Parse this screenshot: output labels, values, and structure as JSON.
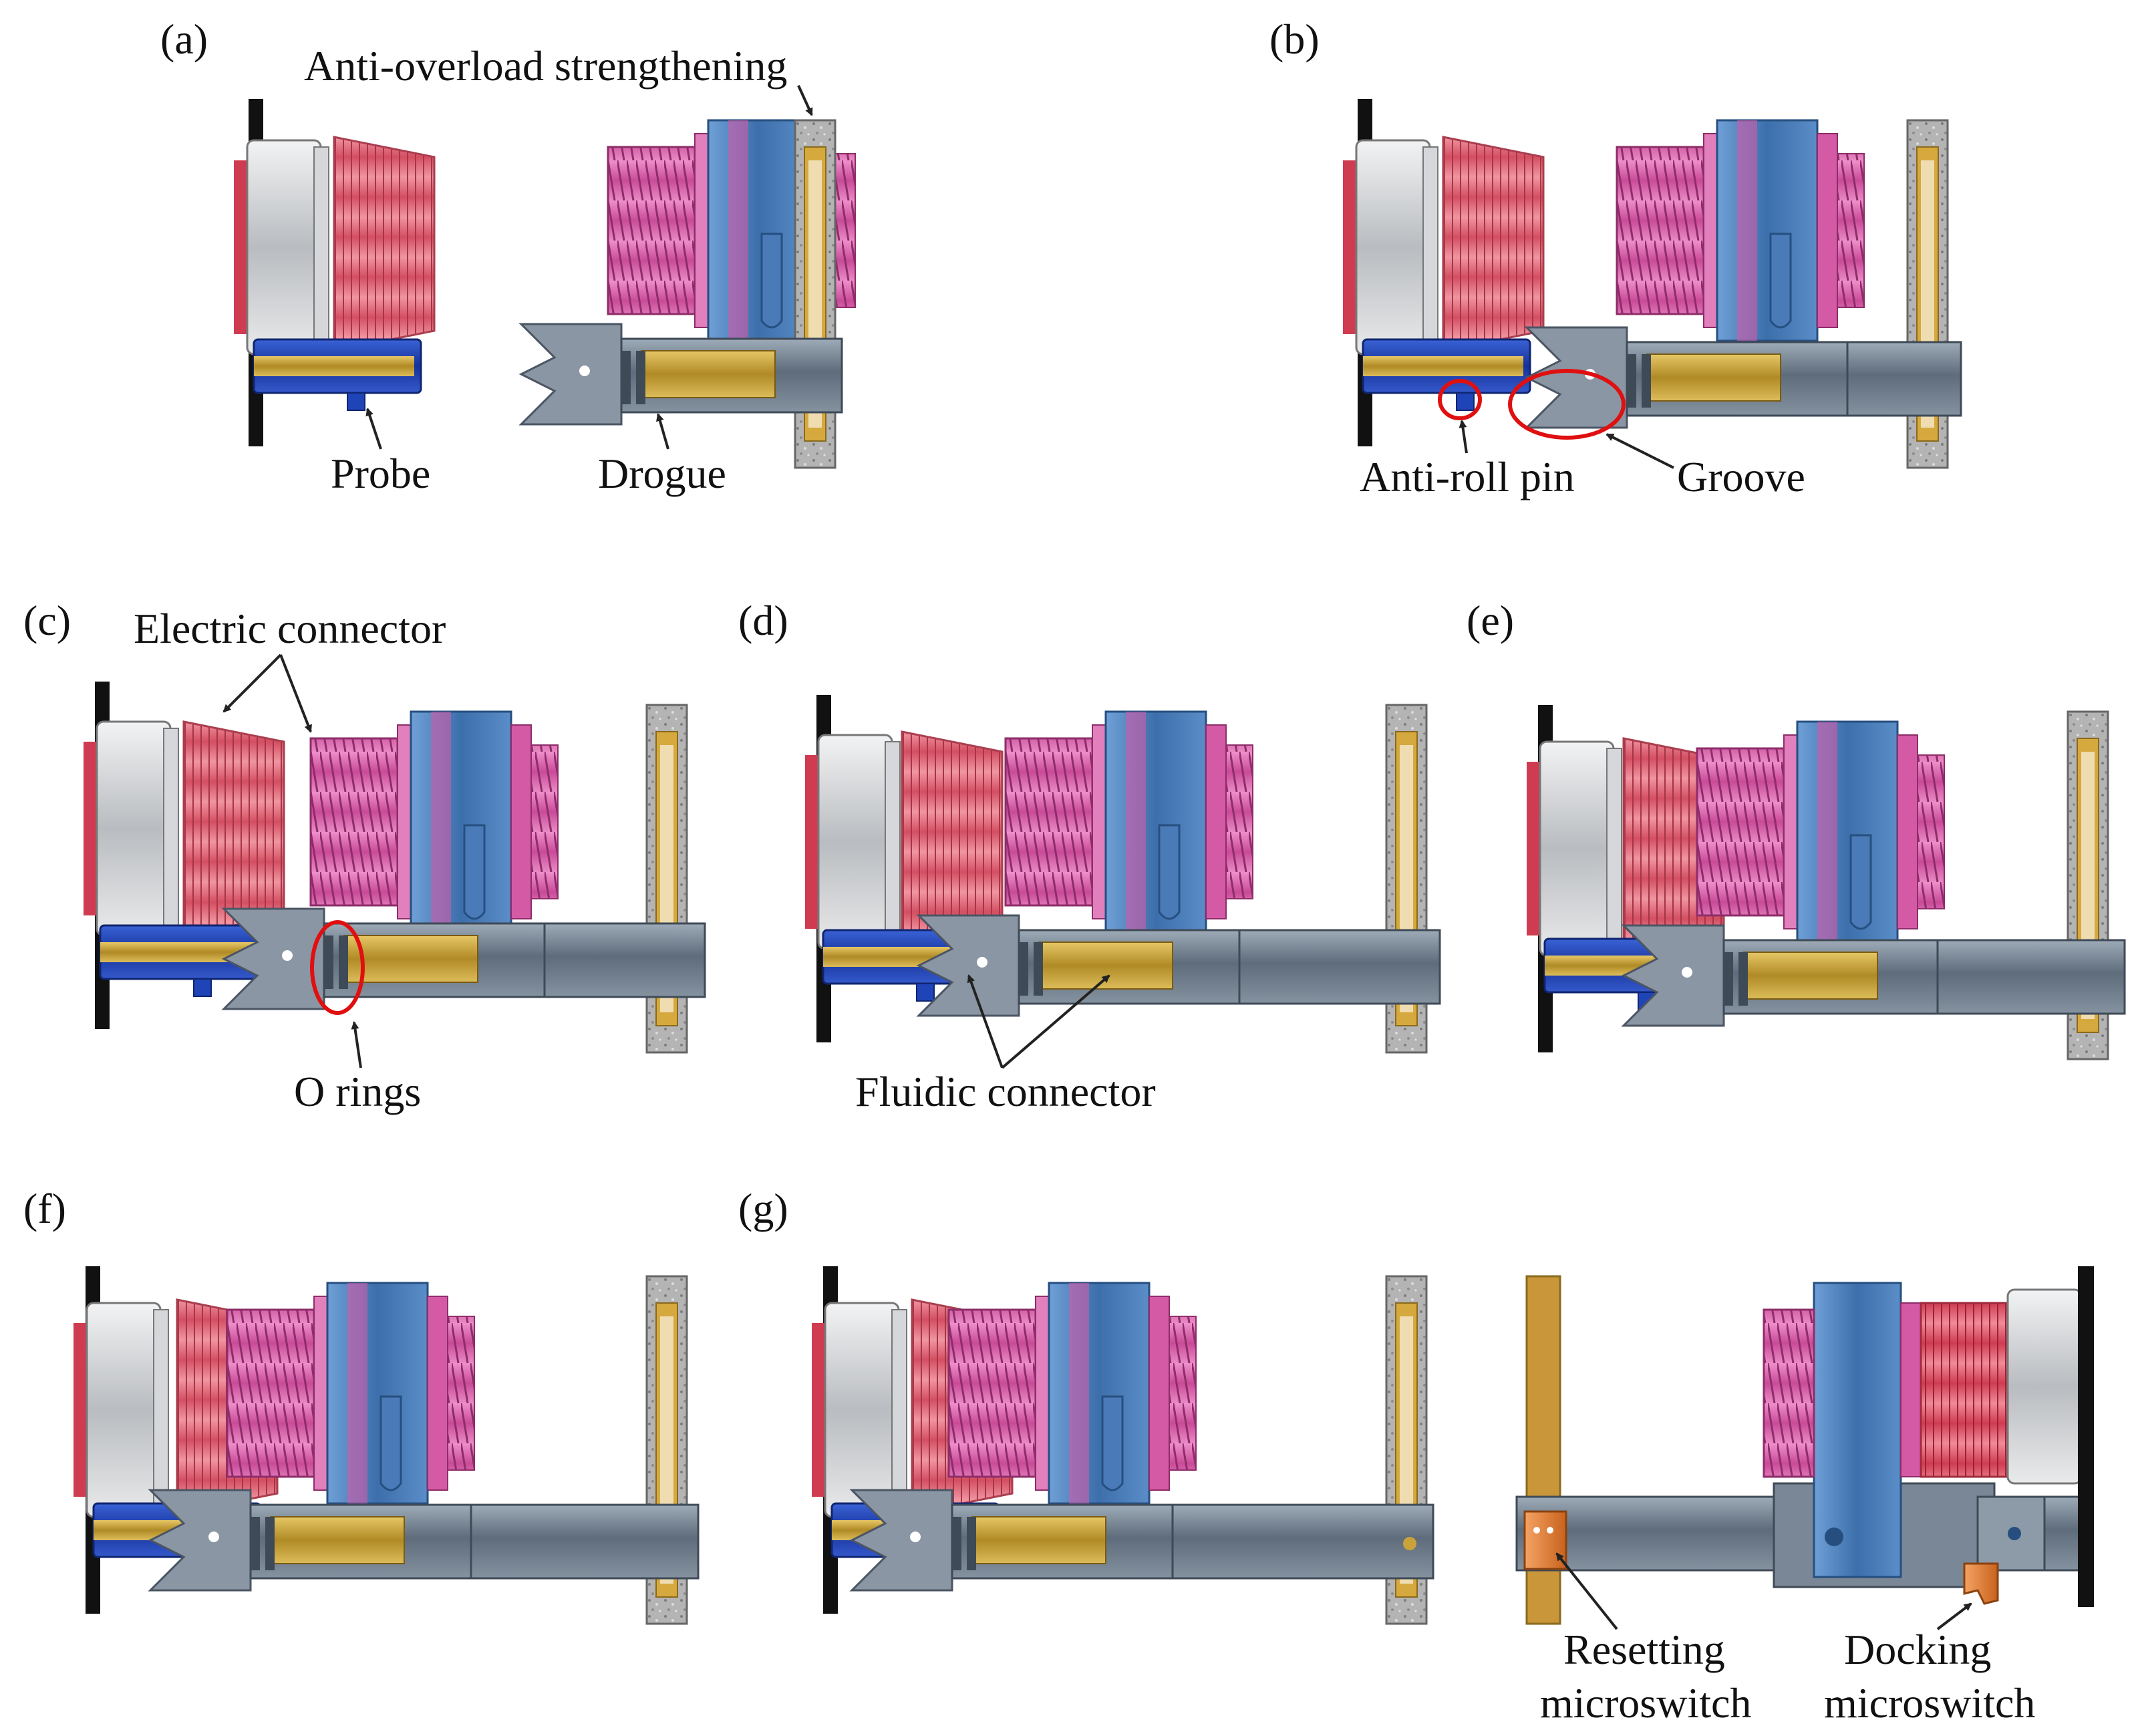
{
  "panels": [
    {
      "id": "a",
      "tag": "(a)"
    },
    {
      "id": "b",
      "tag": "(b)"
    },
    {
      "id": "c",
      "tag": "(c)"
    },
    {
      "id": "d",
      "tag": "(d)"
    },
    {
      "id": "e",
      "tag": "(e)"
    },
    {
      "id": "f",
      "tag": "(f)"
    },
    {
      "id": "g",
      "tag": "(g)"
    }
  ],
  "labels": {
    "anti_overload": "Anti-overload strengthening",
    "probe": "Probe",
    "drogue": "Drogue",
    "anti_roll_pin": "Anti-roll pin",
    "groove": "Groove",
    "electric_connector": "Electric connector",
    "o_rings": "O rings",
    "fluidic_connector": "Fluidic connector",
    "resetting_line1": "Resetting",
    "resetting_line2": "microswitch",
    "docking_line1": "Docking",
    "docking_line2": "microswitch"
  },
  "colors": {
    "frame_black": "#111111",
    "silver": "#c4c6c9",
    "red_connector": "#d9465a",
    "pink_connector": "#d45aa6",
    "blue_housing": "#3f74b0",
    "probe_blue": "#1f44b8",
    "brass": "#c9a33a",
    "tube_grey": "#6f7d8c",
    "granite": "#a9a9a9",
    "switch_orange": "#e07a2e",
    "highlight_red": "#e01010"
  }
}
